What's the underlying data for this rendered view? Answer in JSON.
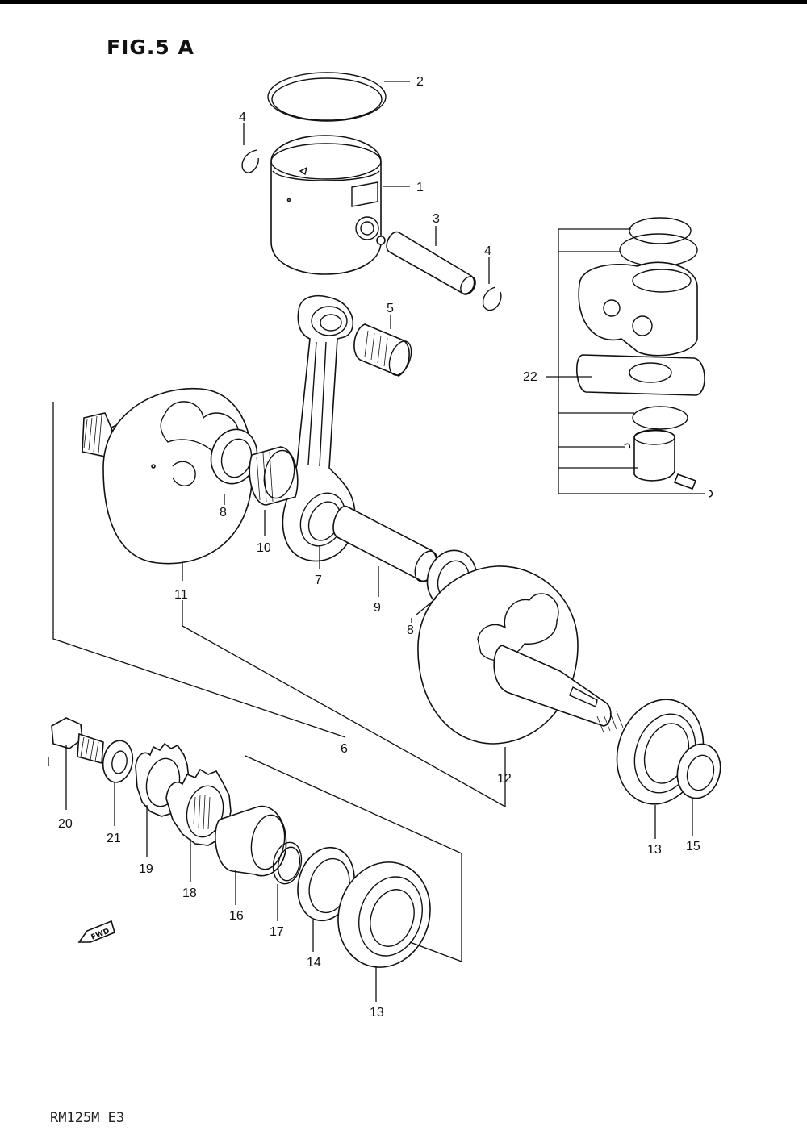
{
  "figure": {
    "title": "FIG.5 A",
    "model": "RM125M  E3"
  },
  "fwd_label": "FWD",
  "callouts": {
    "c1": "1",
    "c2": "2",
    "c3": "3",
    "c4a": "4",
    "c4b": "4",
    "c5": "5",
    "c6": "6",
    "c7": "7",
    "c8a": "8",
    "c8b": "8",
    "c9": "9",
    "c10": "10",
    "c11": "11",
    "c12": "12",
    "c13a": "13",
    "c13b": "13",
    "c14": "14",
    "c15": "15",
    "c16": "16",
    "c17": "17",
    "c18": "18",
    "c19": "19",
    "c20": "20",
    "c21": "21",
    "c22": "22"
  }
}
